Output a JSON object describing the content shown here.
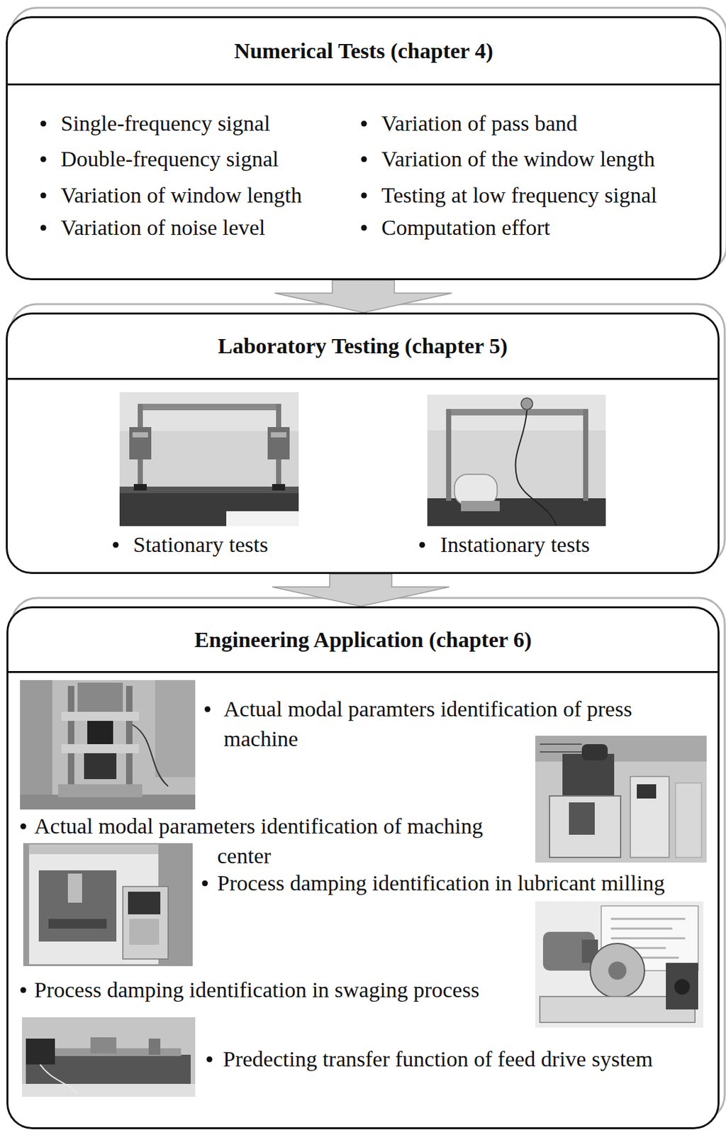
{
  "diagram": {
    "nodes": [
      {
        "text": [
          "Numerical Tests (chapter 4)",
          "Single-frequency signal",
          "Double-frequency signal",
          "Variation of window length",
          "Variation of noise level",
          "Variation of pass band",
          "Variation of the window length",
          "Testing at low frequency signal",
          "Computation effort"
        ]
      },
      {
        "text": [
          "Laboratory Testing (chapter 5)",
          "Stationary tests",
          "Instationary tests"
        ]
      },
      {
        "text": [
          "Engineering Application (chapter 6)",
          "Actual modal paramters identification of press machine",
          "Actual modal parameters identification of maching center",
          "Process damping identification in lubricant milling",
          "Process damping identification in swaging process",
          "Predecting transfer function of feed drive system"
        ]
      }
    ],
    "edges": [
      {
        "from": 0,
        "to": 1,
        "arrow": "to"
      },
      {
        "from": 1,
        "to": 2,
        "arrow": "to"
      }
    ]
  }
}
